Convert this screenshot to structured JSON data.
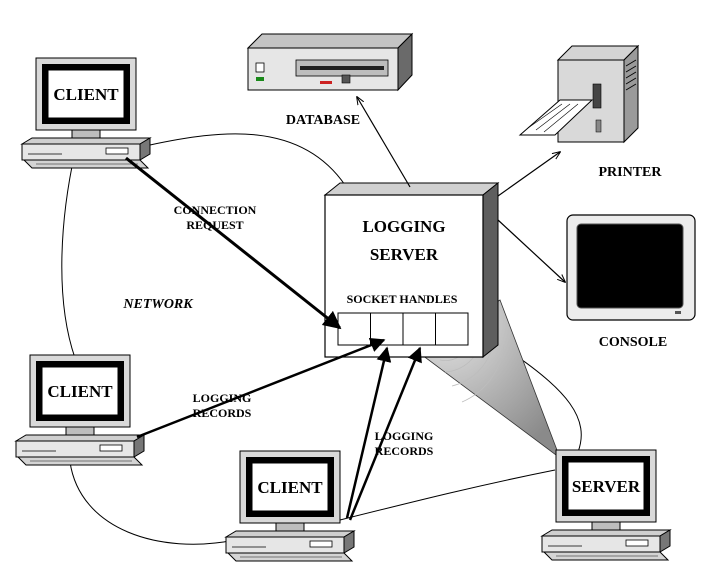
{
  "labels": {
    "database": "DATABASE",
    "printer": "PRINTER",
    "console": "CONSOLE",
    "network": "NETWORK",
    "connection_request_line1": "CONNECTION",
    "connection_request_line2": "REQUEST",
    "logging_server_line1": "LOGGING",
    "logging_server_line2": "SERVER",
    "socket_handles": "SOCKET HANDLES",
    "logging_records_left_line1": "LOGGING",
    "logging_records_left_line2": "RECORDS",
    "logging_records_right_line1": "LOGGING",
    "logging_records_right_line2": "RECORDS"
  },
  "clients": [
    {
      "label": "CLIENT"
    },
    {
      "label": "CLIENT"
    },
    {
      "label": "CLIENT"
    }
  ],
  "server_host": {
    "label": "SERVER"
  },
  "socket_handle_count": 4
}
